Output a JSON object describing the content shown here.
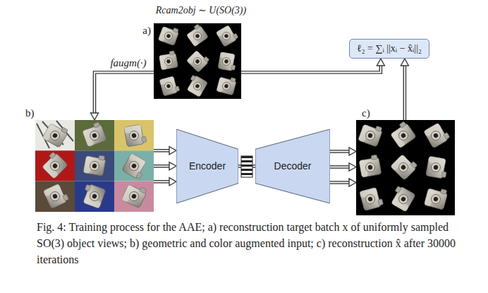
{
  "diagram": {
    "caption": "Fig. 4: Training process for the AAE; a) reconstruction target batch x of uniformly sampled SO(3) object views; b) geometric and color augmented input; c) reconstruction x̂ after 30000 iterations",
    "nodes": [
      {
        "text": [
          "a)"
        ]
      },
      {
        "text": [
          "ℓ₂ = ∑ᵢ ||xᵢ − x̂ᵢ||₂"
        ]
      },
      {
        "text": [
          "b)"
        ]
      },
      {
        "text": [
          "Encoder"
        ]
      },
      {
        "text": [
          "Decoder"
        ]
      },
      {
        "text": [
          "c)"
        ]
      }
    ],
    "edges": [
      {
        "from": 0,
        "to": 2,
        "arrow": "to",
        "label": "faugm(·)"
      },
      {
        "from": 0,
        "to": 1,
        "arrow": "to"
      },
      {
        "from": 2,
        "to": 3,
        "arrow": "to"
      },
      {
        "from": 3,
        "to": 4,
        "arrow": "none"
      },
      {
        "from": 4,
        "to": 5,
        "arrow": "to"
      },
      {
        "from": 5,
        "to": 1,
        "arrow": "to"
      }
    ],
    "labels": [
      "Rcam2obj ∼ U(SO(3))"
    ]
  }
}
